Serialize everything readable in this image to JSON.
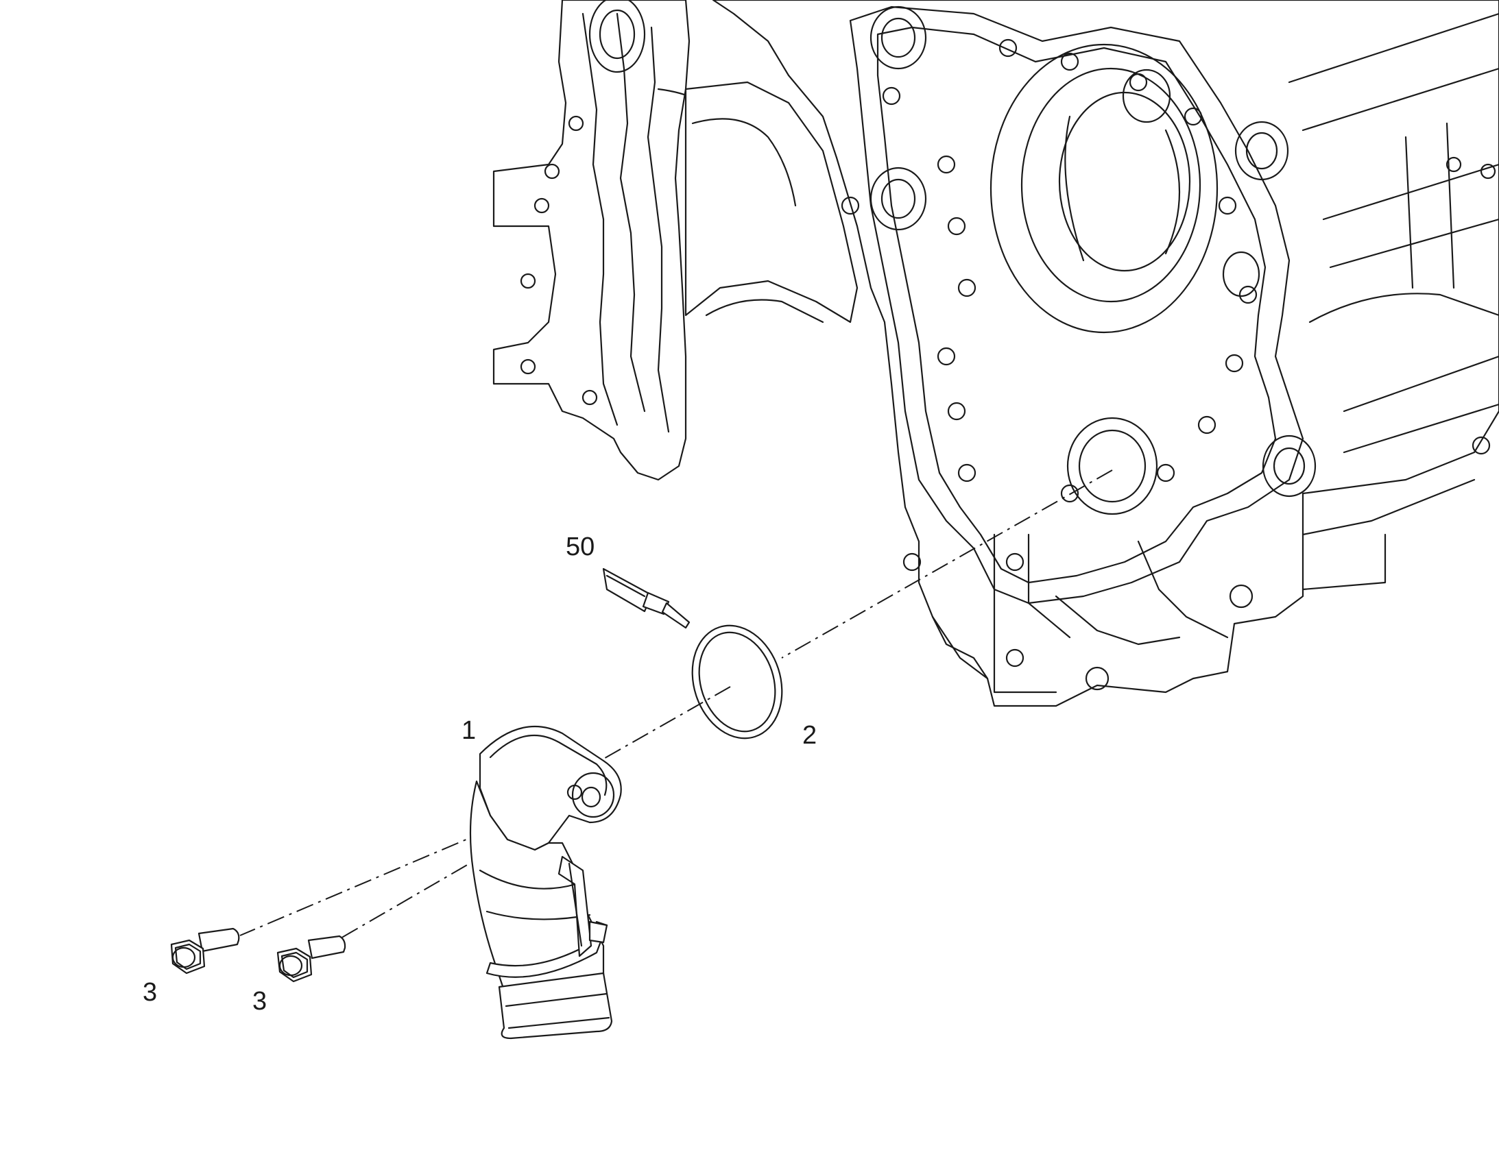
{
  "diagram": {
    "callouts": [
      {
        "id": "part-1",
        "text": "1"
      },
      {
        "id": "part-2",
        "text": "2"
      },
      {
        "id": "part-3a",
        "text": "3"
      },
      {
        "id": "part-3b",
        "text": "3"
      },
      {
        "id": "part-50",
        "text": "50"
      }
    ]
  },
  "colors": {
    "line": "#1a1a1a",
    "background": "#ffffff"
  }
}
